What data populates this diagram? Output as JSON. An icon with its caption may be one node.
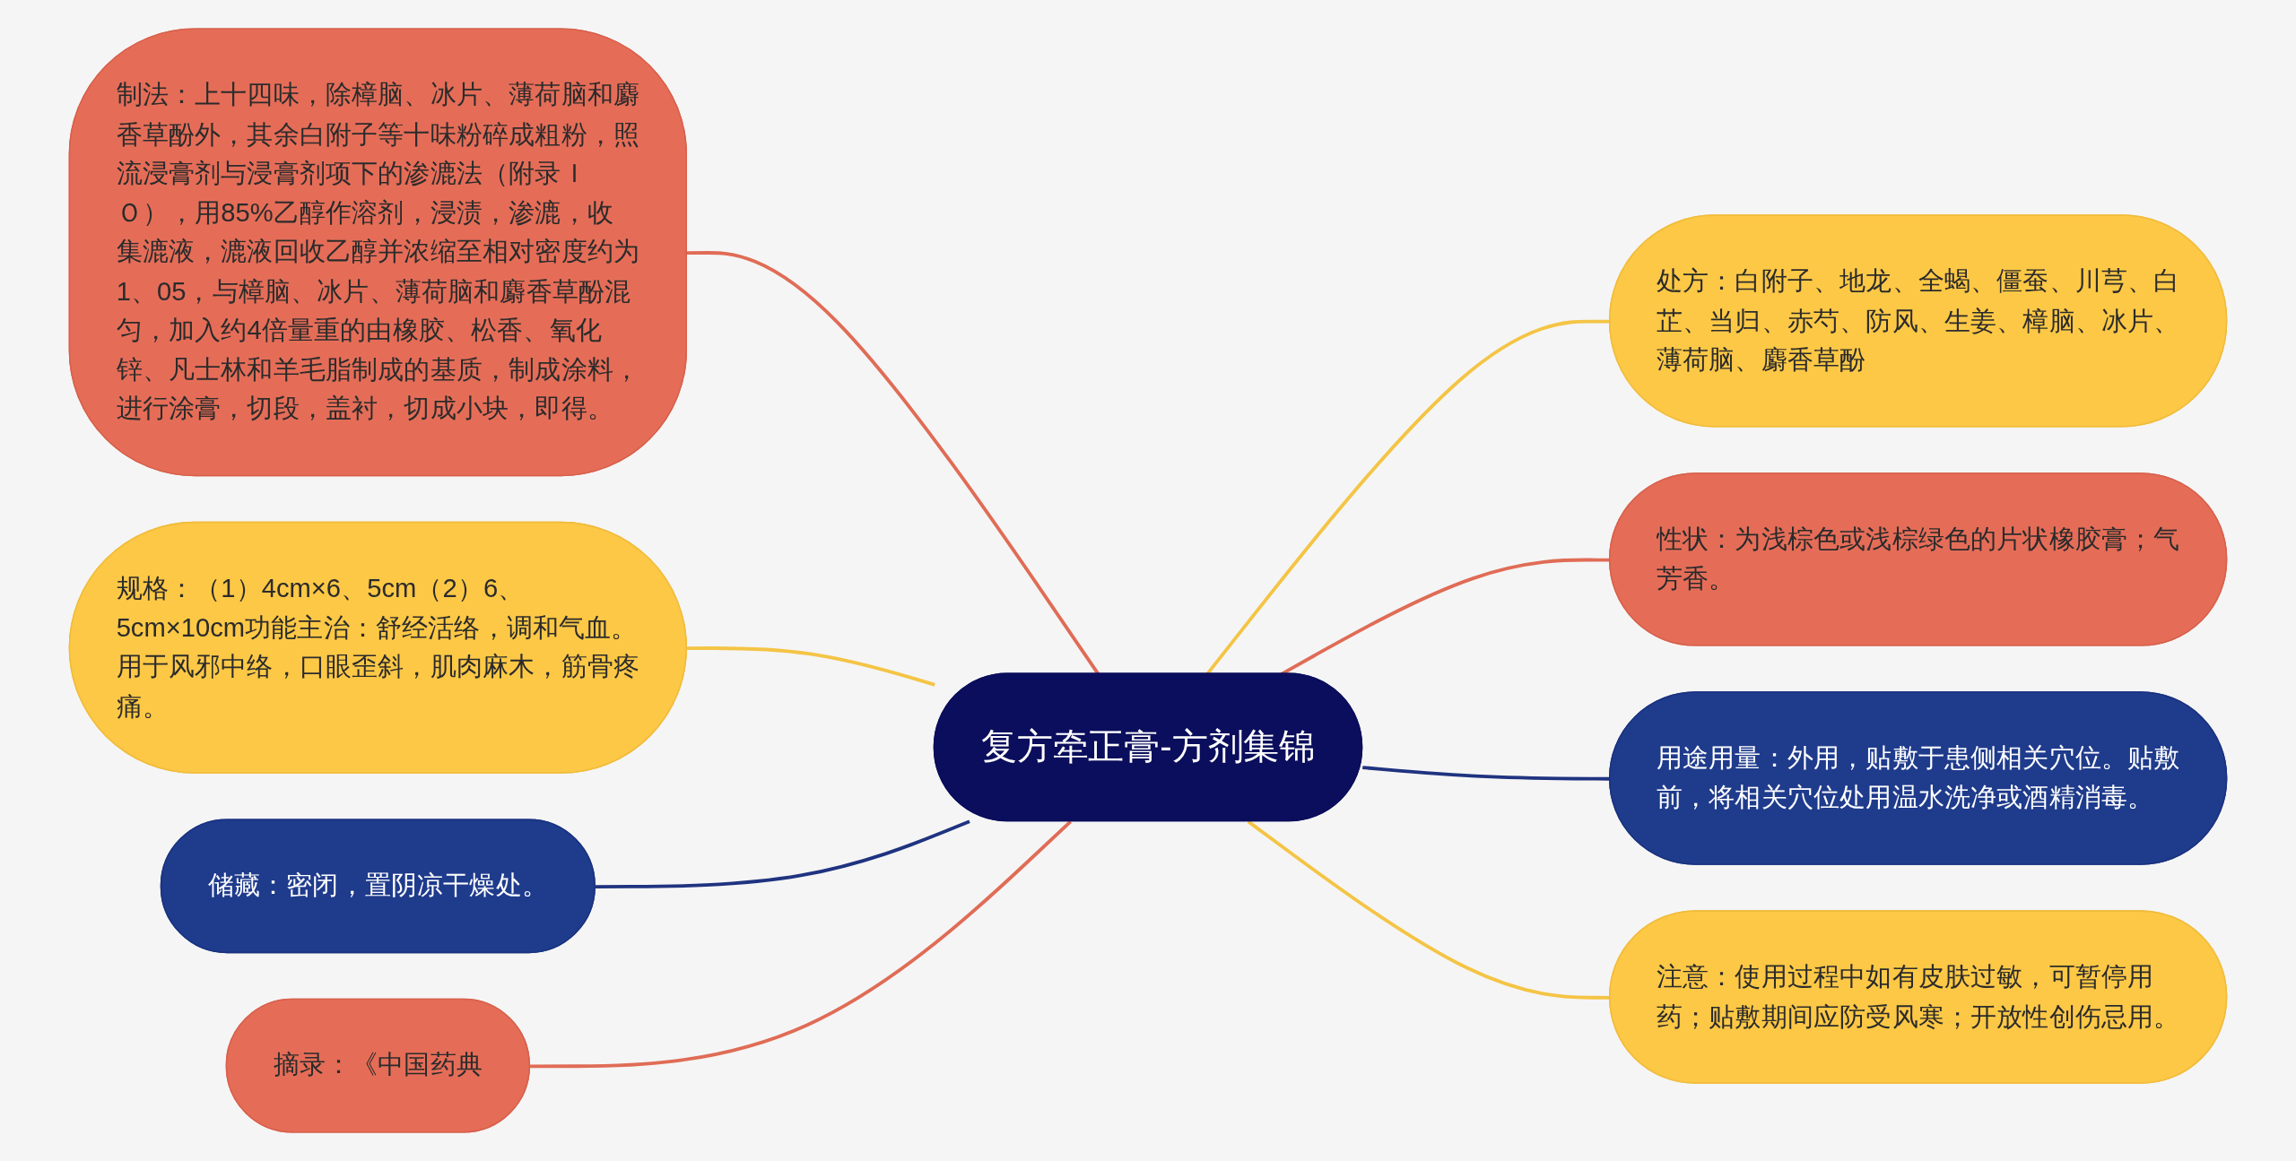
{
  "diagram": {
    "nodes": [
      {
        "text": [
          "复方牵正膏-方剂集锦"
        ]
      },
      {
        "text": [
          "制法：上十四味，除樟脑、冰片、薄荷脑和麝香草酚外，其余白附子等十味粉碎成粗粉，照流浸膏剂与浸膏剂项下的渗漉法（附录ＩＯ），用85%乙醇作溶剂，浸渍，渗漉，收集漉液，漉液回收乙醇并浓缩至相对密度约为1、05，与樟脑、冰片、薄荷脑和麝香草酚混匀，加入约4倍量重的由橡胶、松香、氧化锌、凡士林和羊毛脂制成的基质，制成涂料，进行涂膏，切段，盖衬，切成小块，即得。"
        ]
      },
      {
        "text": [
          "处方：白附子、地龙、全蝎、僵蚕、川芎、白芷、当归、赤芍、防风、生姜、樟脑、冰片、薄荷脑、麝香草酚"
        ]
      },
      {
        "text": [
          "性状：为浅棕色或浅棕绿色的片状橡胶膏；气芳香。"
        ]
      },
      {
        "text": [
          "规格：（1）4cm×6、5cm（2）6、5cm×10cm功能主治：舒经活络，调和气血。用于风邪中络，口眼歪斜，肌肉麻木，筋骨疼痛。"
        ]
      },
      {
        "text": [
          "用途用量：外用，贴敷于患侧相关穴位。贴敷前，将相关穴位处用温水洗净或酒精消毒。"
        ]
      },
      {
        "text": [
          "储藏：密闭，置阴凉干燥处。"
        ]
      },
      {
        "text": [
          "注意：使用过程中如有皮肤过敏，可暂停用药；贴敷期间应防受风寒；开放性创伤忌用。"
        ]
      },
      {
        "text": [
          "摘录：《中国药典"
        ]
      }
    ],
    "edges": [
      {
        "from": 1,
        "to": 0,
        "arrow": "none",
        "color": "#e06c56"
      },
      {
        "from": 0,
        "to": 2,
        "arrow": "none",
        "color": "#f4c445"
      },
      {
        "from": 0,
        "to": 3,
        "arrow": "none",
        "color": "#e06c56"
      },
      {
        "from": 4,
        "to": 0,
        "arrow": "none",
        "color": "#f4c445"
      },
      {
        "from": 0,
        "to": 5,
        "arrow": "none",
        "color": "#1f3380"
      },
      {
        "from": 6,
        "to": 0,
        "arrow": "none",
        "color": "#1f3380"
      },
      {
        "from": 0,
        "to": 7,
        "arrow": "none",
        "color": "#f4c445"
      },
      {
        "from": 8,
        "to": 0,
        "arrow": "none",
        "color": "#e06c56"
      }
    ]
  }
}
